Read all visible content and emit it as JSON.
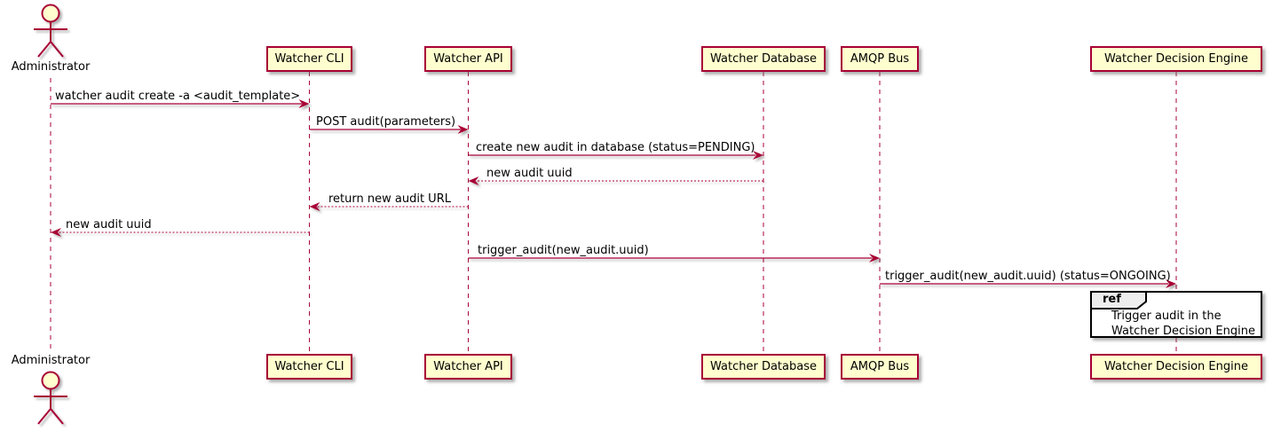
{
  "diagram_type": "uml-sequence-diagram",
  "colors": {
    "participant_fill": "#FEFECE",
    "stroke": "#A80036",
    "text": "#000000",
    "ref_border": "#000000",
    "ref_tab_fill": "#EEEEEE"
  },
  "actors": {
    "administrator": {
      "label": "Administrator"
    }
  },
  "participants": [
    {
      "id": "watcher-cli",
      "label": "Watcher CLI"
    },
    {
      "id": "watcher-api",
      "label": "Watcher API"
    },
    {
      "id": "watcher-database",
      "label": "Watcher Database"
    },
    {
      "id": "amqp-bus",
      "label": "AMQP Bus"
    },
    {
      "id": "watcher-decision-engine",
      "label": "Watcher Decision Engine"
    }
  ],
  "messages": [
    {
      "from": "Administrator",
      "to": "Watcher CLI",
      "style": "solid",
      "label": "watcher audit create -a <audit_template>"
    },
    {
      "from": "Watcher CLI",
      "to": "Watcher API",
      "style": "solid",
      "label": "POST audit(parameters)"
    },
    {
      "from": "Watcher API",
      "to": "Watcher Database",
      "style": "solid",
      "label": "create new audit in database (status=PENDING)"
    },
    {
      "from": "Watcher Database",
      "to": "Watcher API",
      "style": "dashed-return",
      "label": "new audit uuid"
    },
    {
      "from": "Watcher API",
      "to": "Watcher CLI",
      "style": "dashed-return",
      "label": "return new audit URL"
    },
    {
      "from": "Watcher CLI",
      "to": "Administrator",
      "style": "dashed-return",
      "label": "new audit uuid"
    },
    {
      "from": "Watcher API",
      "to": "AMQP Bus",
      "style": "solid",
      "label": "trigger_audit(new_audit.uuid)"
    },
    {
      "from": "AMQP Bus",
      "to": "Watcher Decision Engine",
      "style": "solid",
      "label": "trigger_audit(new_audit.uuid) (status=ONGOING)"
    }
  ],
  "ref": {
    "keyword": "ref",
    "lines": [
      "Trigger audit in the",
      "Watcher Decision Engine"
    ]
  }
}
